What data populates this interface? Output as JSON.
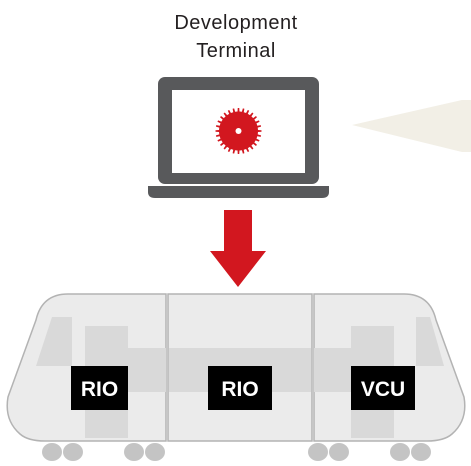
{
  "terminal": {
    "title_line1": "Development",
    "title_line2": "Terminal",
    "icon": "gear-icon"
  },
  "train": {
    "cars": [
      {
        "label": "RIO"
      },
      {
        "label": "RIO"
      },
      {
        "label": "VCU"
      }
    ]
  },
  "colors": {
    "accent": "#d2171f",
    "laptop": "#58595b",
    "train_body": "#ebebeb",
    "train_stripe": "#d9d9d9",
    "train_outline": "#b3b3b3",
    "beam": "#f2efe6",
    "label_box": "#000000"
  }
}
